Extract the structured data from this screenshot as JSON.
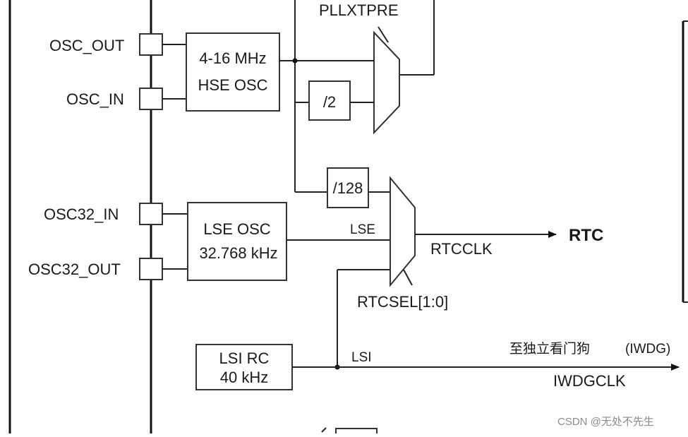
{
  "diagram": {
    "top_label": "PLLXTPRE",
    "pins": {
      "osc_out": "OSC_OUT",
      "osc_in": "OSC_IN",
      "osc32_in": "OSC32_IN",
      "osc32_out": "OSC32_OUT"
    },
    "hse_block": {
      "line1": "4-16 MHz",
      "line2": "HSE OSC"
    },
    "div2_block": "/2",
    "div128_block": "/128",
    "lse_block": {
      "line1": "LSE OSC",
      "line2": "32.768 kHz"
    },
    "lsi_block": {
      "line1": "LSI RC",
      "line2": "40 kHz"
    },
    "signals": {
      "lse": "LSE",
      "lsi": "LSI",
      "rtcclk": "RTCCLK",
      "rtc": "RTC",
      "rtcsel": "RTCSEL[1:0]",
      "iwdg_cn": "至独立看门狗",
      "iwdg_paren": "(IWDG)",
      "iwdgclk": "IWDGCLK"
    }
  },
  "watermark": "CSDN @无处不先生"
}
